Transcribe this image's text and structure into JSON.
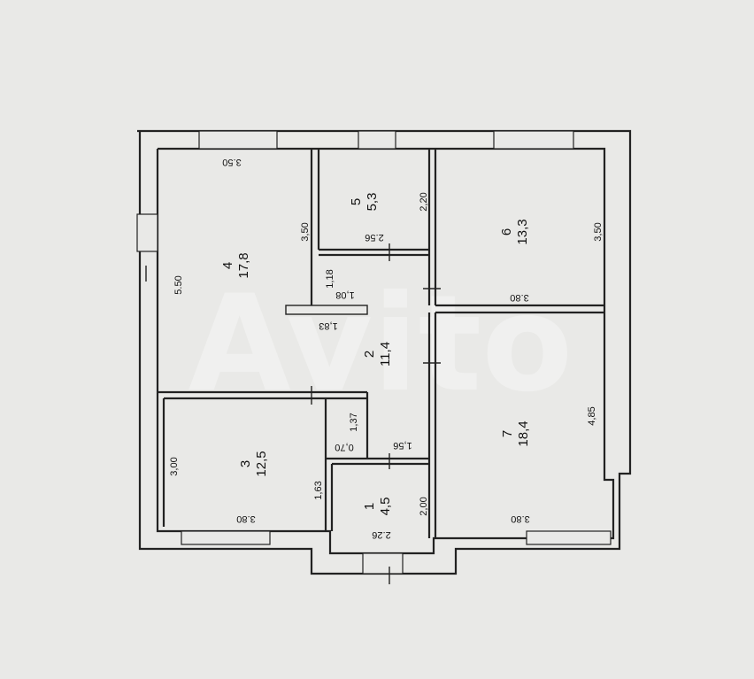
{
  "watermark": "Avito",
  "rooms": [
    {
      "id": "room-1",
      "number": "1",
      "area": "4,5"
    },
    {
      "id": "room-2",
      "number": "2",
      "area": "11,4"
    },
    {
      "id": "room-3",
      "number": "3",
      "area": "12,5"
    },
    {
      "id": "room-4",
      "number": "4",
      "area": "17,8"
    },
    {
      "id": "room-5",
      "number": "5",
      "area": "5,3"
    },
    {
      "id": "room-6",
      "number": "6",
      "area": "13,3"
    },
    {
      "id": "room-7",
      "number": "7",
      "area": "18,4"
    }
  ],
  "dimensions": {
    "d_350_top": "3.50",
    "d_550": "5.50",
    "d_350_wall4": "3,50",
    "d_220": "2,20",
    "d_256": "2.56",
    "d_118": "1,18",
    "d_108": "1,08",
    "d_183": "1,83",
    "d_350_room6": "3,50",
    "d_380_room6": "3.80",
    "d_485": "4,85",
    "d_380_room7": "3.80",
    "d_137": "1,37",
    "d_070": "0,70",
    "d_156": "1,56",
    "d_300": "3,00",
    "d_163": "1,63",
    "d_380_room3": "3.80",
    "d_200": "2,00",
    "d_226": "2.26"
  }
}
